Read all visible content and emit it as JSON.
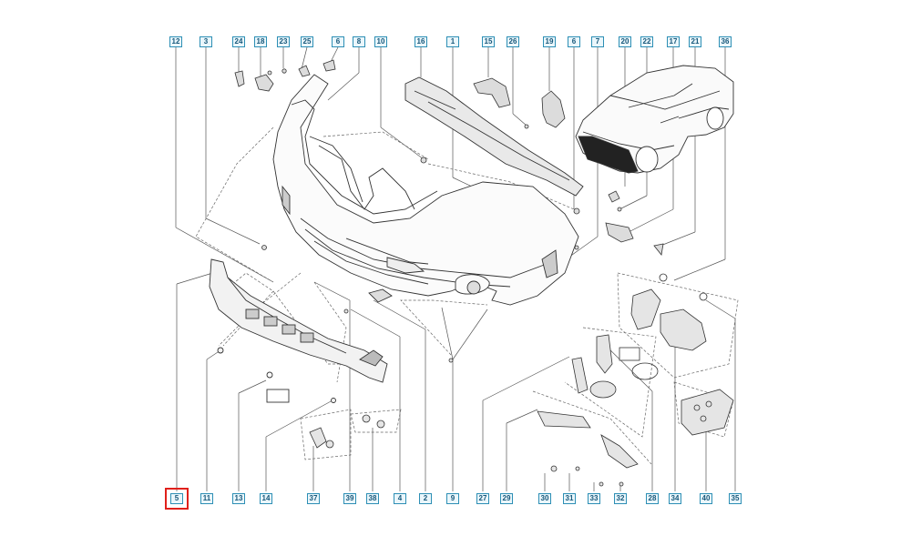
{
  "diagram": {
    "top_callouts": [
      "12",
      "3",
      "24",
      "18",
      "23",
      "25",
      "6",
      "8",
      "10",
      "16",
      "1",
      "15",
      "26",
      "19",
      "6",
      "7",
      "20",
      "22",
      "17",
      "21",
      "36"
    ],
    "bottom_callouts": [
      "5",
      "11",
      "13",
      "14",
      "37",
      "39",
      "38",
      "4",
      "2",
      "9",
      "27",
      "29",
      "30",
      "31",
      "33",
      "32",
      "28",
      "34",
      "40",
      "35"
    ],
    "selected_callout": "5",
    "colors": {
      "callout_border": "#2d8fb5",
      "callout_fill": "#eaf6fb",
      "callout_text": "#16577a",
      "selection": "#e0201b",
      "part_line": "#333333"
    }
  }
}
